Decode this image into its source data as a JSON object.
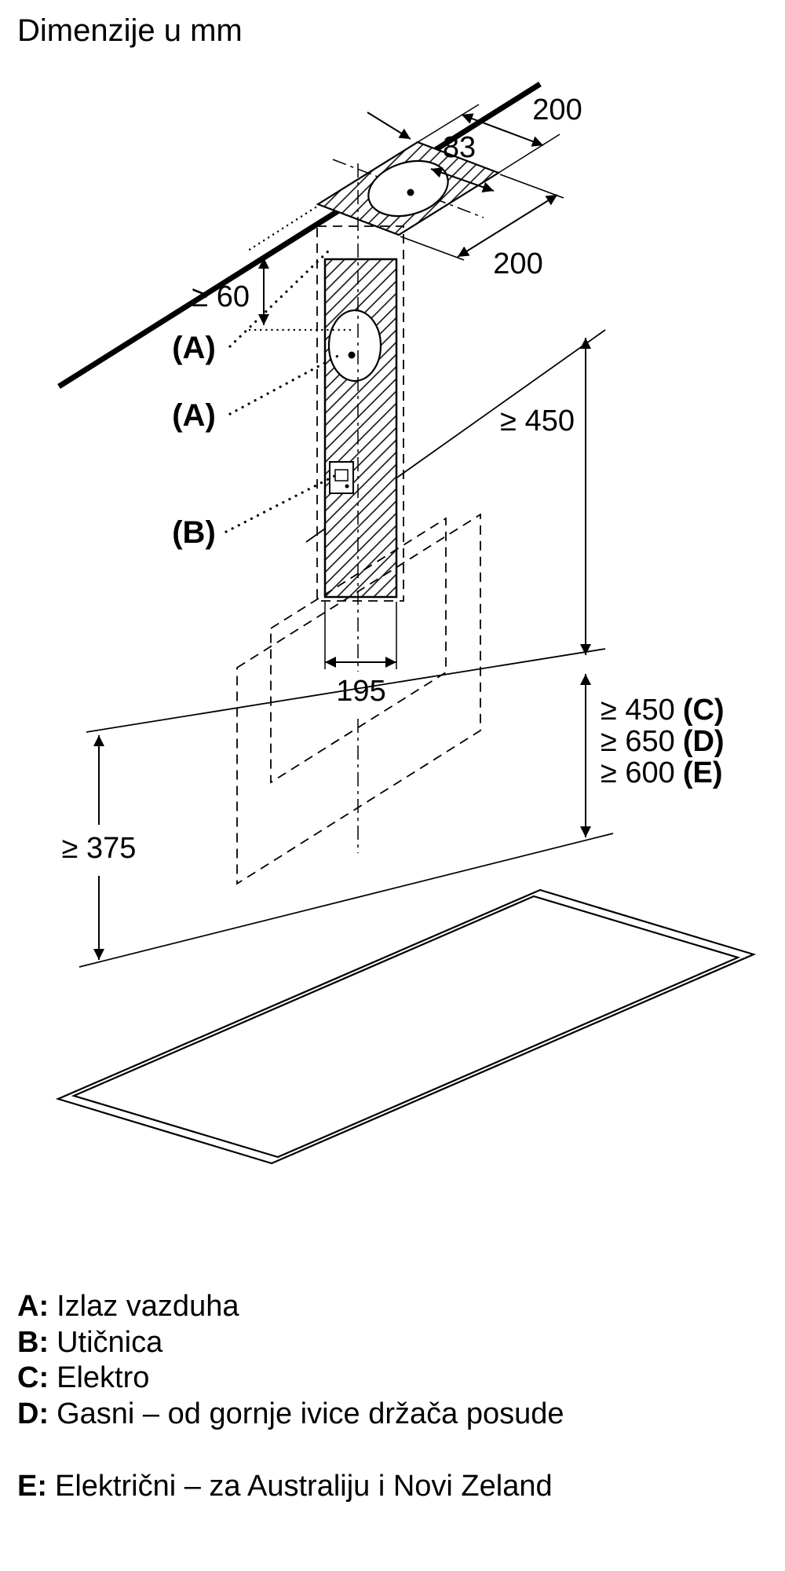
{
  "title": "Dimenzije u mm",
  "dims": {
    "top_200": "200",
    "offset_83": "83",
    "side_200": "200",
    "ceiling_gap": "≥ 60",
    "upper_height": "≥ 450",
    "duct_width": "195",
    "min_375": "≥ 375",
    "clearances": [
      {
        "value": "≥ 450",
        "label": "(C)"
      },
      {
        "value": "≥ 650",
        "label": "(D)"
      },
      {
        "value": "≥ 600",
        "label": "(E)"
      }
    ]
  },
  "callouts": {
    "air_outlet_1": "(A)",
    "air_outlet_2": "(A)",
    "socket": "(B)"
  },
  "legend": [
    {
      "key": "A:",
      "text": "Izlaz vazduha"
    },
    {
      "key": "B:",
      "text": "Utičnica"
    },
    {
      "key": "C:",
      "text": "Elektro"
    },
    {
      "key": "D:",
      "text": "Gasni – od gornje ivice držača posude"
    },
    {
      "key": "E:",
      "text": "Električni – za Australiju i Novi Zeland"
    }
  ],
  "colors": {
    "ink": "#000000",
    "background": "#ffffff"
  }
}
